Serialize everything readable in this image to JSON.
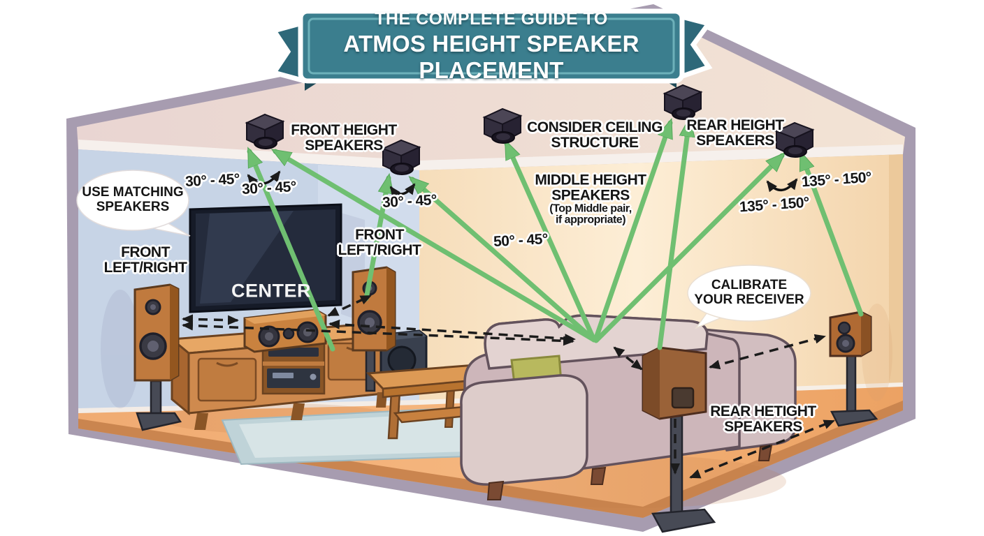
{
  "banner": {
    "line1": "THE COMPLETE GUIDE TO",
    "line2": "ATMOS HEIGHT SPEAKER PLACEMENT"
  },
  "labels": {
    "front_height": {
      "line1": "FRONT HEIGHT",
      "line2": "SPEAKERS"
    },
    "consider_ceiling": {
      "line1": "CONSIDER CEILING",
      "line2": "STRUCTURE"
    },
    "rear_height_top": {
      "line1": "REAR HEIGHT",
      "line2": "SPEAKERS"
    },
    "middle_height": {
      "line1": "MIDDLE HEIGHT",
      "line2": "SPEAKERS",
      "line3": "(Top Middle pair,",
      "line4": "if appropriate)"
    },
    "front_left_right_a": {
      "line1": "FRONT",
      "line2": "LEFT/RIGHT"
    },
    "front_left_right_b": {
      "line1": "FRONT",
      "line2": "LEFT/RIGHT"
    },
    "center": "CENTER",
    "rear_hetight": {
      "line1": "REAR HETIGHT",
      "line2": "SPEAKERS"
    }
  },
  "bubbles": {
    "use_matching": {
      "line1": "USE MATCHING",
      "line2": "SPEAKERS"
    },
    "calibrate": {
      "line1": "CALIBRATE",
      "line2": "YOUR RECEIVER"
    }
  },
  "angles": {
    "front_a": "30° - 45°",
    "front_b": "30° - 45°",
    "front_c": "30° - 45°",
    "middle": "50° - 45°",
    "rear_a": "135° - 150°",
    "rear_b": "135° - 150°"
  },
  "colors": {
    "banner_teal": "#3b7e8e",
    "banner_tail": "#2e6879",
    "arrow_green": "#6fbf71",
    "dashed_black": "#1b1b1b",
    "wall_blue": "#c7d4e6",
    "wall_peach": "#f9e5c6",
    "ceiling_pink": "#ecd9d4",
    "floor_orange": "#efa76c",
    "frame_gray": "#a79cb0",
    "wood": "#c07a3e",
    "couch_beige": "#d3bec0"
  }
}
